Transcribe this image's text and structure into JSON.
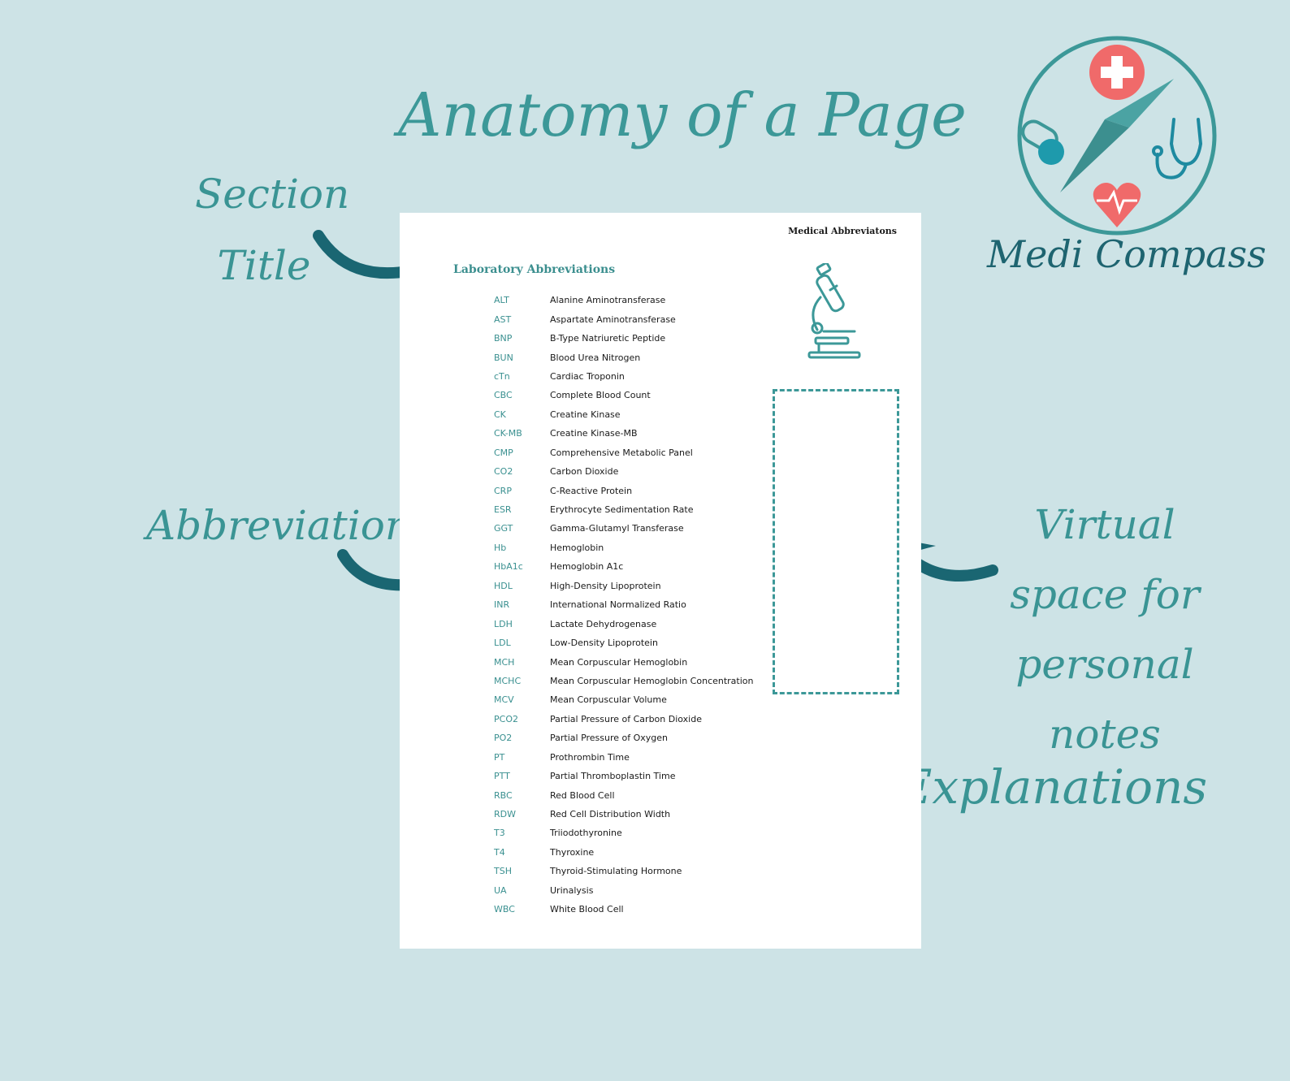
{
  "title": "Anatomy of a Page",
  "labels": {
    "section_title": "Section Title",
    "abbreviations": "Abbreviations",
    "virtual_space": "Virtual space for personal notes",
    "explanations": "Explanations"
  },
  "brand": {
    "name": "Medi Compass",
    "colors": {
      "teal": "#3c9898",
      "dark_teal": "#1e6470",
      "red": "#f06a6a"
    }
  },
  "page": {
    "header_title": "Medical Abbreviatons",
    "section_title": "Laboratory Abbreviations",
    "icon": "microscope-icon",
    "entries": [
      {
        "code": "ALT",
        "desc": "Alanine Aminotransferase"
      },
      {
        "code": "AST",
        "desc": "Aspartate Aminotransferase"
      },
      {
        "code": "BNP",
        "desc": "B-Type Natriuretic Peptide"
      },
      {
        "code": "BUN",
        "desc": "Blood Urea Nitrogen"
      },
      {
        "code": "cTn",
        "desc": "Cardiac Troponin"
      },
      {
        "code": "CBC",
        "desc": "Complete Blood Count"
      },
      {
        "code": "CK",
        "desc": "Creatine Kinase"
      },
      {
        "code": "CK-MB",
        "desc": "Creatine Kinase-MB"
      },
      {
        "code": "CMP",
        "desc": "Comprehensive Metabolic Panel"
      },
      {
        "code": "CO2",
        "desc": "Carbon Dioxide"
      },
      {
        "code": "CRP",
        "desc": "C-Reactive Protein"
      },
      {
        "code": "ESR",
        "desc": "Erythrocyte Sedimentation Rate"
      },
      {
        "code": "GGT",
        "desc": "Gamma-Glutamyl Transferase"
      },
      {
        "code": "Hb",
        "desc": "Hemoglobin"
      },
      {
        "code": "HbA1c",
        "desc": "Hemoglobin A1c"
      },
      {
        "code": "HDL",
        "desc": "High-Density Lipoprotein"
      },
      {
        "code": "INR",
        "desc": "International Normalized Ratio"
      },
      {
        "code": "LDH",
        "desc": "Lactate Dehydrogenase"
      },
      {
        "code": "LDL",
        "desc": "Low-Density Lipoprotein"
      },
      {
        "code": "MCH",
        "desc": "Mean Corpuscular Hemoglobin"
      },
      {
        "code": "MCHC",
        "desc": "Mean Corpuscular Hemoglobin Concentration"
      },
      {
        "code": "MCV",
        "desc": "Mean Corpuscular Volume"
      },
      {
        "code": "PCO2",
        "desc": "Partial Pressure of Carbon Dioxide"
      },
      {
        "code": "PO2",
        "desc": "Partial Pressure of Oxygen"
      },
      {
        "code": "PT",
        "desc": "Prothrombin Time"
      },
      {
        "code": "PTT",
        "desc": "Partial Thromboplastin Time"
      },
      {
        "code": "RBC",
        "desc": "Red Blood Cell"
      },
      {
        "code": "RDW",
        "desc": "Red Cell Distribution Width"
      },
      {
        "code": "T3",
        "desc": "Triiodothyronine"
      },
      {
        "code": "T4",
        "desc": "Thyroxine"
      },
      {
        "code": "TSH",
        "desc": "Thyroid-Stimulating Hormone"
      },
      {
        "code": "UA",
        "desc": "Urinalysis"
      },
      {
        "code": "WBC",
        "desc": "White Blood Cell"
      }
    ]
  }
}
